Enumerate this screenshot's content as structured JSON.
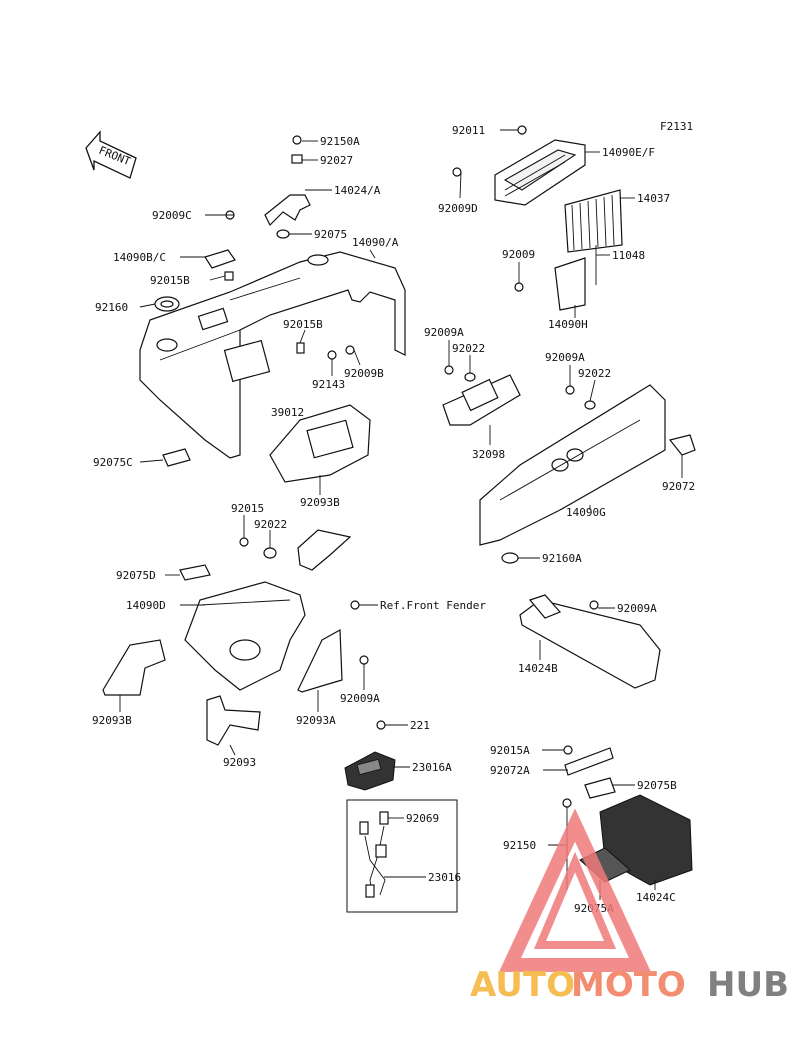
{
  "figure_code": "F2131",
  "front_label": "FRONT",
  "watermark": {
    "part1": "AUTO",
    "part2": "MOTO",
    "part3": "HUB",
    "color1": "#f5b335",
    "color2": "#f07a5a",
    "color3": "#6b6b6b",
    "triangle_color": "#f07a7a"
  },
  "labels": {
    "l92150A": "92150A",
    "l92027": "92027",
    "l14024A": "14024/A",
    "l92009C": "92009C",
    "l92075": "92075",
    "l14090A": "14090/A",
    "l14090BC": "14090B/C",
    "l92015B_1": "92015B",
    "l92160": "92160",
    "l92015B_2": "92015B",
    "l92009B": "92009B",
    "l92143": "92143",
    "l39012": "39012",
    "l92075C": "92075C",
    "l92093B_1": "92093B",
    "l92011": "92011",
    "l14090EF": "14090E/F",
    "l92009D": "92009D",
    "l14037": "14037",
    "l92009": "92009",
    "l11048": "11048",
    "l14090H": "14090H",
    "l92009A_1": "92009A",
    "l92022_1": "92022",
    "l32098": "32098",
    "l92009A_2": "92009A",
    "l92022_2": "92022",
    "l92072": "92072",
    "l14090G": "14090G",
    "l92160A": "92160A",
    "l92015": "92015",
    "l92022_3": "92022",
    "l92075D": "92075D",
    "l14090D": "14090D",
    "lRef": "Ref.Front Fender",
    "l92009A_3": "92009A",
    "l14024B": "14024B",
    "l92093B_2": "92093B",
    "l92093A": "92093A",
    "l92009A_4": "92009A",
    "l92093": "92093",
    "l221": "221",
    "l23016A": "23016A",
    "l92069": "92069",
    "l23016": "23016",
    "l92015A": "92015A",
    "l92072A": "92072A",
    "l92075B": "92075B",
    "l92150": "92150",
    "l92075A": "92075A",
    "l14024C": "14024C"
  }
}
